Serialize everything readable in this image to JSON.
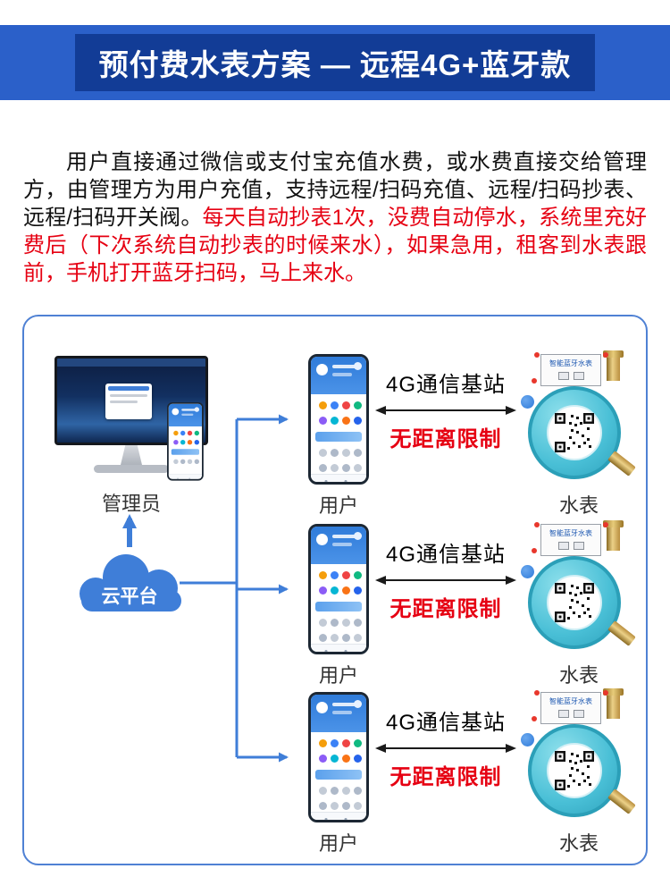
{
  "header": {
    "title": "预付费水表方案 — 远程4G+蓝牙款"
  },
  "intro": {
    "black": "用户直接通过微信或支付宝充值水费，或水费直接交给管理方，由管理方为用户充值，支持远程/扫码充值、远程/扫码抄表、远程/扫码开关阀。",
    "red": "每天自动抄表1次，没费自动停水，系统里充好费后（下次系统自动抄表的时候来水），如果急用，租客到水表跟前，手机打开蓝牙扫码，马上来水。"
  },
  "diagram": {
    "admin_label": "管理员",
    "cloud_label": "云平台",
    "meter_header": "智能蓝牙水表",
    "rows": [
      {
        "user_label": "用户",
        "station_label": "4G通信基站",
        "limit_label": "无距离限制",
        "meter_label": "水表"
      },
      {
        "user_label": "用户",
        "station_label": "4G通信基站",
        "limit_label": "无距离限制",
        "meter_label": "水表"
      },
      {
        "user_label": "用户",
        "station_label": "4G通信基站",
        "limit_label": "无距离限制",
        "meter_label": "水表"
      }
    ]
  },
  "colors": {
    "banner_outer": "#2b60c9",
    "banner_inner": "#123c96",
    "accent_blue": "#3f7ed8",
    "panel_border": "#4f81d4",
    "red": "#e60012",
    "meter_teal": "#49bfd6"
  }
}
